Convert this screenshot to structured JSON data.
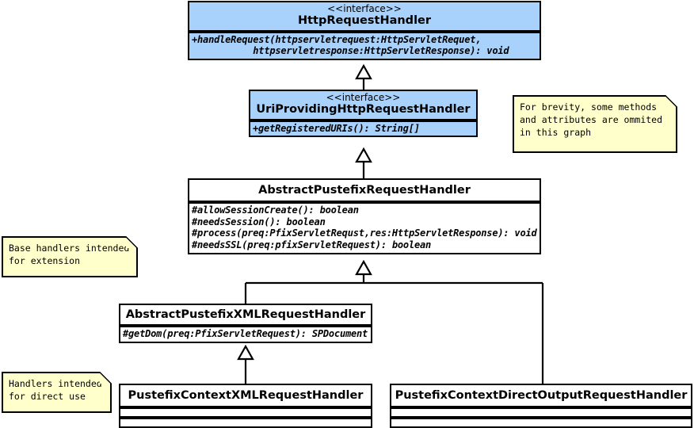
{
  "diagram": {
    "title": "Pustefix request handler class hierarchy",
    "background_color": "#ffffff",
    "interface_fill_color": "#a8d2fc",
    "class_fill_color": "#ffffff",
    "note_fill_color": "#ffffcc",
    "line_color": "#000000"
  },
  "classes": [
    {
      "id": "http-request-handler",
      "stereotype": "<<interface>>",
      "name": "HttpRequestHandler",
      "members": [
        "+handleRequest(httpservletrequest:HttpServletRequet,",
        "           httpservletresponse:HttpServletResponse): void"
      ]
    },
    {
      "id": "uri-providing-http-request-handler",
      "stereotype": "<<interface>>",
      "name": "UriProvidingHttpRequestHandler",
      "members": [
        "+getRegisteredURIs(): String[]"
      ]
    },
    {
      "id": "abstract-pustefix-request-handler",
      "stereotype": "",
      "name": "AbstractPustefixRequestHandler",
      "members": [
        "#allowSessionCreate(): boolean",
        "#needsSession(): boolean",
        "#process(preq:PfixServletRequst,res:HttpServletResponse): void",
        "#needsSSL(preq:pfixServletRequest): boolean"
      ]
    },
    {
      "id": "abstract-pustefix-xml-request-handler",
      "stereotype": "",
      "name": "AbstractPustefixXMLRequestHandler",
      "members": [
        "#getDom(preq:PfixServletRequest): SPDocument"
      ]
    },
    {
      "id": "pustefix-context-xml-request-handler",
      "stereotype": "",
      "name": "PustefixContextXMLRequestHandler",
      "members": []
    },
    {
      "id": "pustefix-context-direct-output-request-handler",
      "stereotype": "",
      "name": "PustefixContextDirectOutputRequestHandler",
      "members": []
    }
  ],
  "notes": [
    {
      "id": "note-brevity",
      "text": "For brevity, some methods\nand attributes are ommited\nin this graph"
    },
    {
      "id": "note-base-handlers",
      "text": "Base handlers intended\nfor extension"
    },
    {
      "id": "note-direct-use",
      "text": "Handlers intended\nfor direct use"
    }
  ],
  "relationships": [
    {
      "id": "generalization-uri-to-http",
      "type": "generalization",
      "from": "UriProvidingHttpRequestHandler",
      "to": "HttpRequestHandler"
    },
    {
      "id": "generalization-abstract-to-uri",
      "type": "generalization",
      "from": "AbstractPustefixRequestHandler",
      "to": "UriProvidingHttpRequestHandler"
    },
    {
      "id": "generalization-xml-to-abstract",
      "type": "generalization",
      "from": "AbstractPustefixXMLRequestHandler",
      "to": "AbstractPustefixRequestHandler"
    },
    {
      "id": "generalization-directoutput-to-abstract",
      "type": "generalization",
      "from": "PustefixContextDirectOutputRequestHandler",
      "to": "AbstractPustefixRequestHandler"
    },
    {
      "id": "generalization-contextxml-to-xml",
      "type": "generalization",
      "from": "PustefixContextXMLRequestHandler",
      "to": "AbstractPustefixXMLRequestHandler"
    }
  ]
}
